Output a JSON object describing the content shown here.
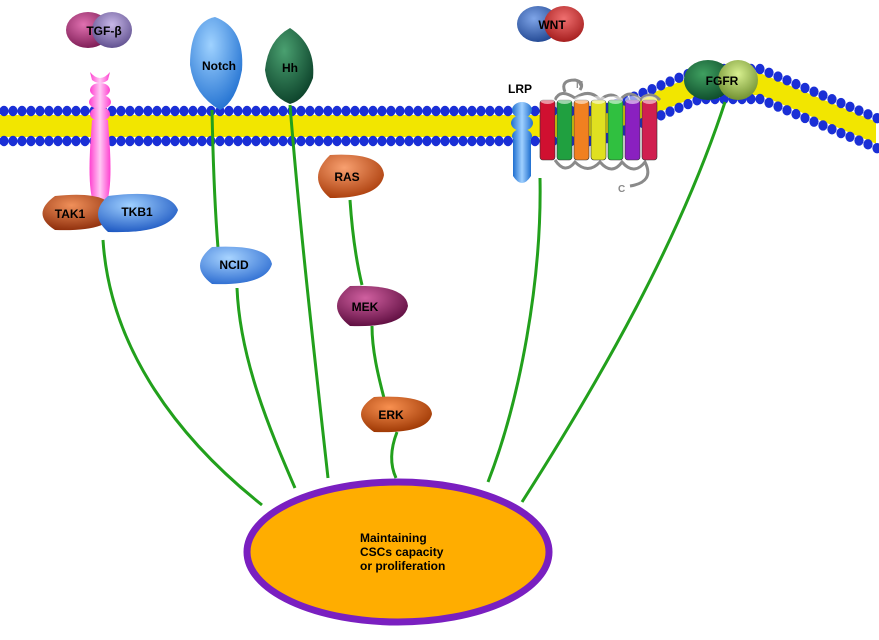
{
  "diagram": {
    "ligands": {
      "tgfb": "TGF-β",
      "notch": "Notch",
      "hh": "Hh",
      "wnt": "WNT",
      "fgfr": "FGFR",
      "lrp": "LRP"
    },
    "nodes": {
      "tak1": "TAK1",
      "tkb1": "TKB1",
      "ncid": "NCID",
      "ras": "RAS",
      "mek": "MEK",
      "erk": "ERK"
    },
    "receptor_termini": {
      "n": "N",
      "c": "C"
    },
    "center": {
      "line1": "Maintaining",
      "line2": "CSCs capacity",
      "line3": "or proliferation"
    },
    "colors": {
      "membrane_head": "#1a2fd6",
      "membrane_tail": "#f2e600",
      "connector": "#22a01c",
      "center_fill": "#ffad00",
      "center_border": "#7a1fc0",
      "tgfb": "#9b2a6c",
      "notch": "#2a8be0",
      "hh": "#0f5a3a",
      "wnt": "#2f5fb0",
      "fgfr": "#1e6a3a",
      "tak1": "#c64a1a",
      "tkb1": "#2f7ae0",
      "ncid": "#3a7fe0",
      "ras": "#d8561a",
      "mek": "#8a1c5e",
      "erk": "#cc5010",
      "receptor_pink": "#ff80e0"
    }
  }
}
